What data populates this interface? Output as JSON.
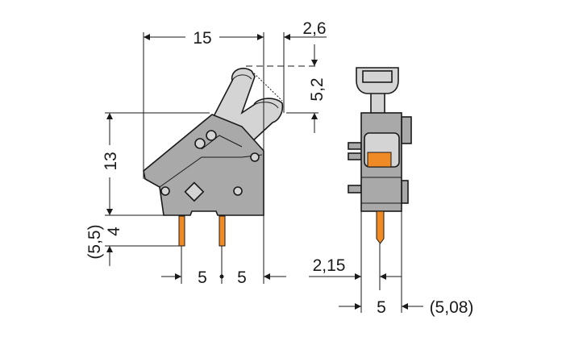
{
  "colors": {
    "housing": "#a9a9a9",
    "lever": "#d4d4d4",
    "pin": "#f08a24",
    "line": "#1a1a1a"
  },
  "front_view": {
    "width_label": "15",
    "lever_offset_label": "2,6",
    "lever_height_label": "5,2",
    "height_label": "13",
    "pin_length_label": "4",
    "pin_length_alt_label": "(5,5)",
    "pitch_left_label": "5",
    "pitch_right_label": "5"
  },
  "side_view": {
    "pin_offset_label": "2,15",
    "width_label": "5",
    "width_alt_label": "(5,08)"
  }
}
